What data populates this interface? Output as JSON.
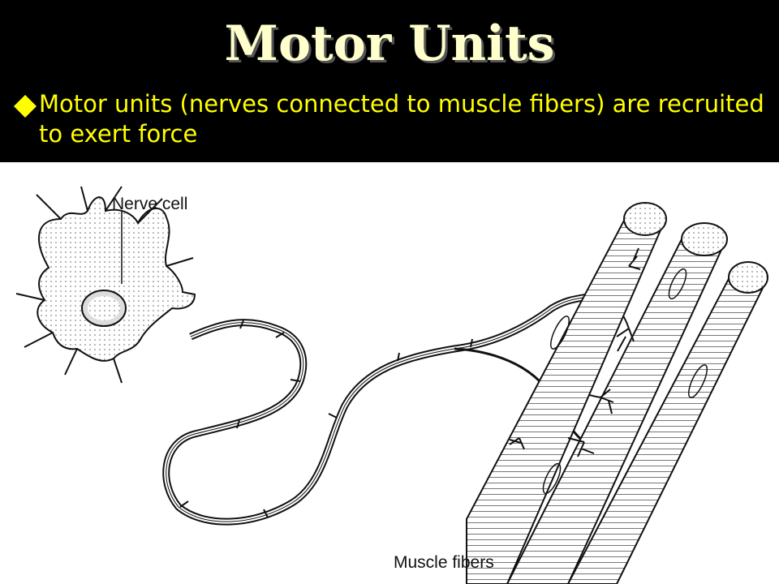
{
  "slide": {
    "title": "Motor Units",
    "bullet": "Motor units (nerves connected to muscle fibers) are recruited to exert force"
  },
  "figure": {
    "nerve_label": "Nerve cell",
    "muscle_label": "Muscle fibers"
  },
  "colors": {
    "background": "#000000",
    "title": "#ffffcc",
    "bullet_text": "#ffff00",
    "bullet_marker": "#ffff00"
  },
  "icons": {
    "bullet": "diamond-bullet-icon"
  }
}
